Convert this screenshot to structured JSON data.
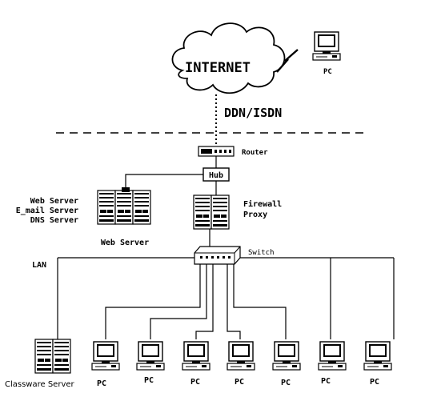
{
  "internet": {
    "label": "INTERNET"
  },
  "remote_pc": {
    "label": "PC"
  },
  "link": {
    "label": "DDN/ISDN"
  },
  "router": {
    "label": "Router"
  },
  "hub": {
    "label": "Hub"
  },
  "server_roles": {
    "line1": "Web Server",
    "line2": "E_mail Server",
    "line3": "DNS Server"
  },
  "web_server": {
    "label": "Web Server"
  },
  "firewall": {
    "line1": "Firewall",
    "line2": "Proxy"
  },
  "switch": {
    "label": "Switch"
  },
  "lan": {
    "label": "LAN"
  },
  "classware_server": {
    "label": "Classware Server"
  },
  "pcs": [
    {
      "label": "PC"
    },
    {
      "label": "PC"
    },
    {
      "label": "PC"
    },
    {
      "label": "PC"
    },
    {
      "label": "PC"
    },
    {
      "label": "PC"
    },
    {
      "label": "PC"
    }
  ]
}
